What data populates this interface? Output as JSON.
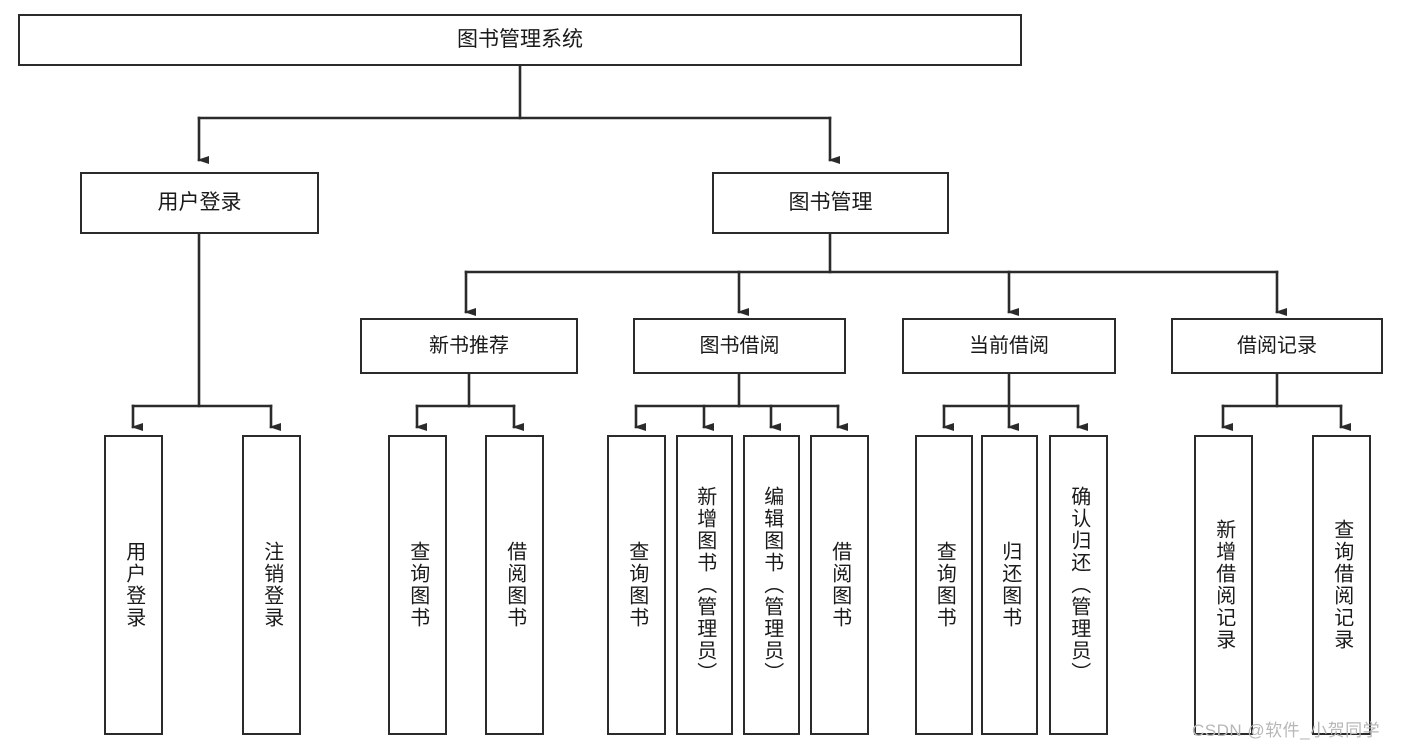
{
  "diagram": {
    "title": "图书管理系统",
    "type": "tree",
    "orientation": "top-down",
    "colors": {
      "box_border": "#2b2b2b",
      "box_fill": "#ffffff",
      "connector": "#2b2b2b",
      "text": "#1a1a1a",
      "watermark": "#b7b7b7",
      "background": "#ffffff"
    },
    "nodes": {
      "root": {
        "label": "图书管理系统",
        "level": 1
      },
      "level2": [
        {
          "id": "user-login",
          "label": "用户登录"
        },
        {
          "id": "book-management",
          "label": "图书管理"
        }
      ],
      "level3": [
        {
          "id": "new-book-recommend",
          "label": "新书推荐",
          "parent": "book-management"
        },
        {
          "id": "book-borrow",
          "label": "图书借阅",
          "parent": "book-management"
        },
        {
          "id": "current-borrow",
          "label": "当前借阅",
          "parent": "book-management"
        },
        {
          "id": "borrow-record",
          "label": "借阅记录",
          "parent": "book-management"
        }
      ],
      "leaves": [
        {
          "id": "leaf-user-login",
          "label": "用户登录",
          "parent": "user-login"
        },
        {
          "id": "leaf-user-logout",
          "label": "注销登录",
          "parent": "user-login"
        },
        {
          "id": "leaf-query-book-1",
          "label": "查询图书",
          "parent": "new-book-recommend"
        },
        {
          "id": "leaf-borrow-book-1",
          "label": "借阅图书",
          "parent": "new-book-recommend"
        },
        {
          "id": "leaf-query-book-2",
          "label": "查询图书",
          "parent": "book-borrow"
        },
        {
          "id": "leaf-add-book",
          "label": "新增图书（管理员）",
          "parent": "book-borrow"
        },
        {
          "id": "leaf-edit-book",
          "label": "编辑图书（管理员）",
          "parent": "book-borrow"
        },
        {
          "id": "leaf-borrow-book-2",
          "label": "借阅图书",
          "parent": "book-borrow"
        },
        {
          "id": "leaf-query-book-3",
          "label": "查询图书",
          "parent": "current-borrow"
        },
        {
          "id": "leaf-return-book",
          "label": "归还图书",
          "parent": "current-borrow"
        },
        {
          "id": "leaf-confirm-return",
          "label": "确认归还（管理员）",
          "parent": "current-borrow"
        },
        {
          "id": "leaf-add-record",
          "label": "新增借阅记录",
          "parent": "borrow-record"
        },
        {
          "id": "leaf-query-record",
          "label": "查询借阅记录",
          "parent": "borrow-record"
        }
      ]
    }
  },
  "watermark": {
    "text": "CSDN @软件_小贺同学"
  }
}
